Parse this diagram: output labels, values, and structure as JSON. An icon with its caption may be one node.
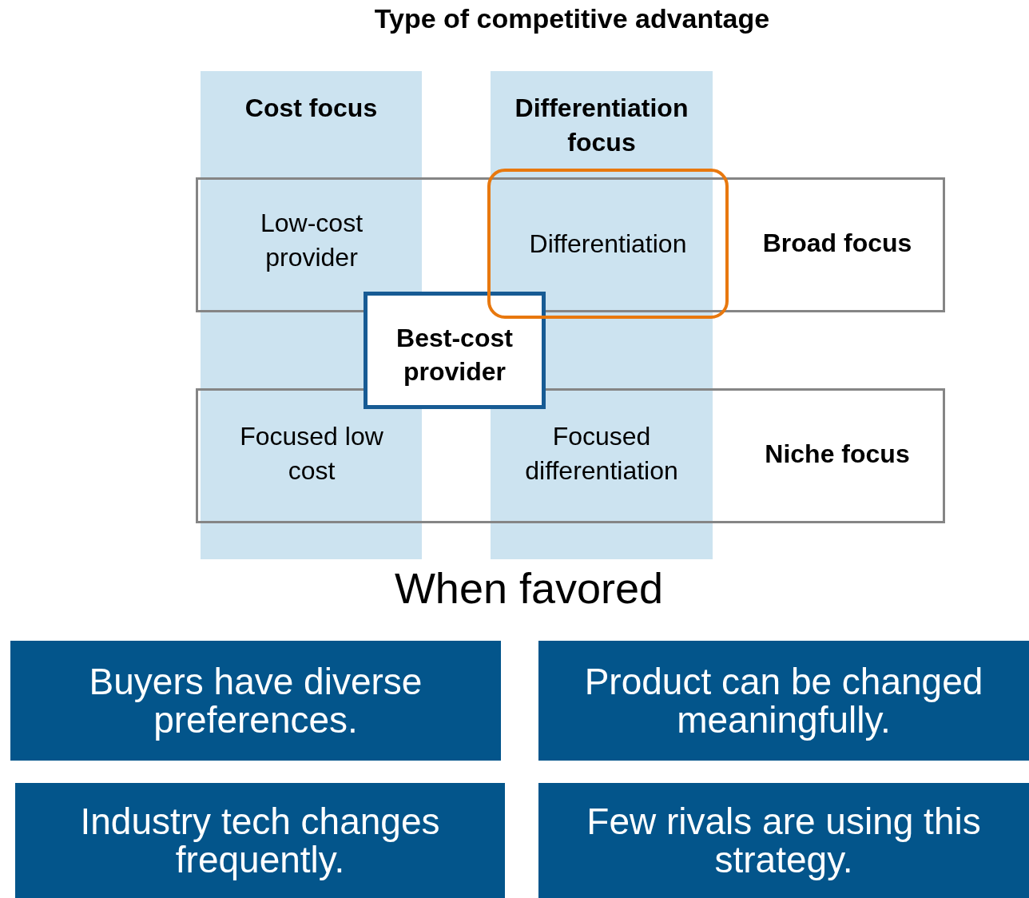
{
  "diagram": {
    "title": "Type of competitive advantage",
    "nodes": [
      {
        "text": [
          "Cost focus"
        ]
      },
      {
        "text": [
          "Differentiation focus"
        ]
      },
      {
        "text": [
          "Broad focus"
        ]
      },
      {
        "text": [
          "Differentiation"
        ]
      },
      {
        "text": [
          "Best-cost provider"
        ]
      },
      {
        "text": [
          "Niche focus"
        ]
      },
      {
        "text": [
          "Buyers have diverse preferences."
        ]
      },
      {
        "text": [
          "Product can be changed meaningfully."
        ]
      },
      {
        "text": [
          "Industry tech changes frequently."
        ]
      },
      {
        "text": [
          "Few rivals are using this strategy."
        ]
      }
    ],
    "edges": [],
    "labels": [
      "Low-cost provider",
      "Focused low cost",
      "Focused differentiation",
      "When favored"
    ]
  }
}
